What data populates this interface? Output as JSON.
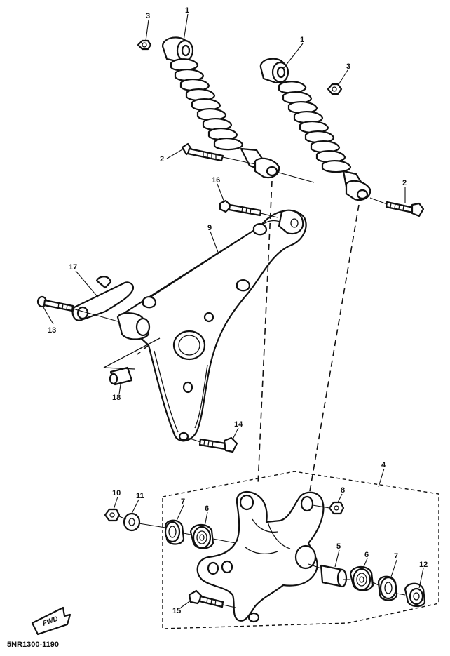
{
  "callouts": [
    {
      "id": "c1a",
      "text": "1"
    },
    {
      "id": "c1b",
      "text": "1"
    },
    {
      "id": "c2a",
      "text": "2"
    },
    {
      "id": "c2b",
      "text": "2"
    },
    {
      "id": "c3a",
      "text": "3"
    },
    {
      "id": "c3b",
      "text": "3"
    },
    {
      "id": "c4",
      "text": "4"
    },
    {
      "id": "c5",
      "text": "5"
    },
    {
      "id": "c6a",
      "text": "6"
    },
    {
      "id": "c6b",
      "text": "6"
    },
    {
      "id": "c7a",
      "text": "7"
    },
    {
      "id": "c7b",
      "text": "7"
    },
    {
      "id": "c8",
      "text": "8"
    },
    {
      "id": "c9",
      "text": "9"
    },
    {
      "id": "c10",
      "text": "10"
    },
    {
      "id": "c11",
      "text": "11"
    },
    {
      "id": "c12",
      "text": "12"
    },
    {
      "id": "c13",
      "text": "13"
    },
    {
      "id": "c14",
      "text": "14"
    },
    {
      "id": "c15",
      "text": "15"
    },
    {
      "id": "c16",
      "text": "16"
    },
    {
      "id": "c17",
      "text": "17"
    },
    {
      "id": "c18",
      "text": "18"
    }
  ],
  "fwd_label": "FWD",
  "diagram_code": "5NR1300-1190"
}
